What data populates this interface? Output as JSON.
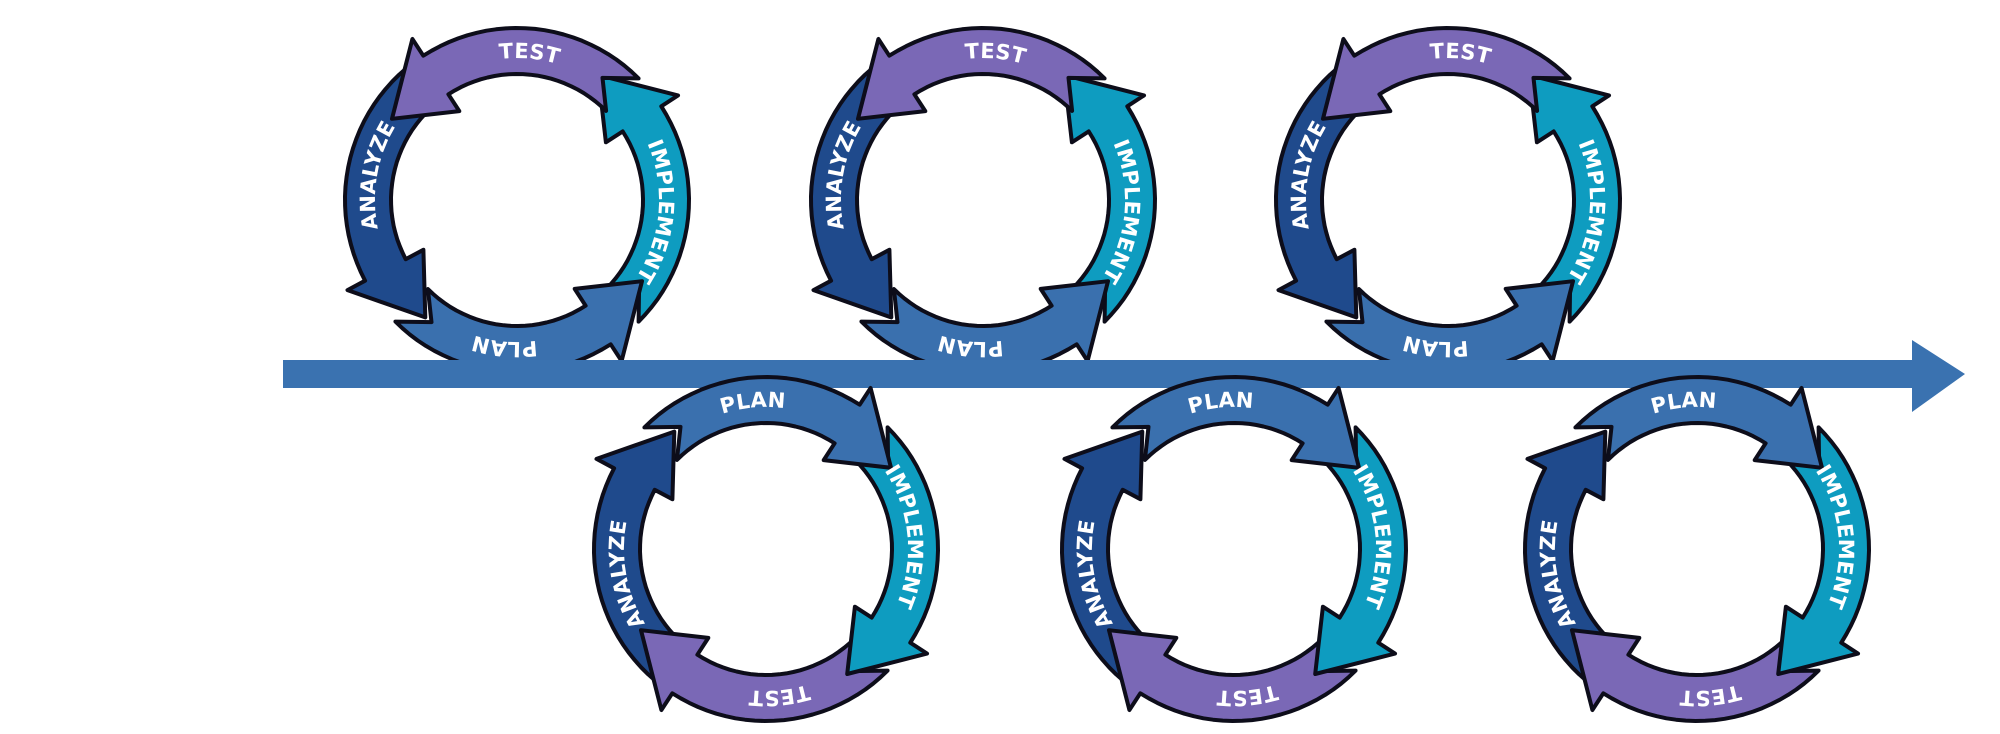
{
  "labels": {
    "test": "TEST",
    "implement": "IMPLEMENT",
    "plan": "PLAN",
    "analyze": "ANALYZE"
  },
  "colors": {
    "test": "#7a68b6",
    "implement": "#0e9cc0",
    "plan": "#3a70ae",
    "analyze": "#1f4a8c",
    "timeline": "#3a72b0",
    "outline": "#0d0d1a"
  },
  "cycles": [
    {
      "position": "above",
      "order": [
        "test",
        "analyze",
        "plan",
        "implement"
      ]
    },
    {
      "position": "above",
      "order": [
        "test",
        "analyze",
        "plan",
        "implement"
      ]
    },
    {
      "position": "above",
      "order": [
        "test",
        "analyze",
        "plan",
        "implement"
      ]
    },
    {
      "position": "below",
      "order": [
        "plan",
        "implement",
        "test",
        "analyze"
      ]
    },
    {
      "position": "below",
      "order": [
        "plan",
        "implement",
        "test",
        "analyze"
      ]
    },
    {
      "position": "below",
      "order": [
        "plan",
        "implement",
        "test",
        "analyze"
      ]
    }
  ]
}
